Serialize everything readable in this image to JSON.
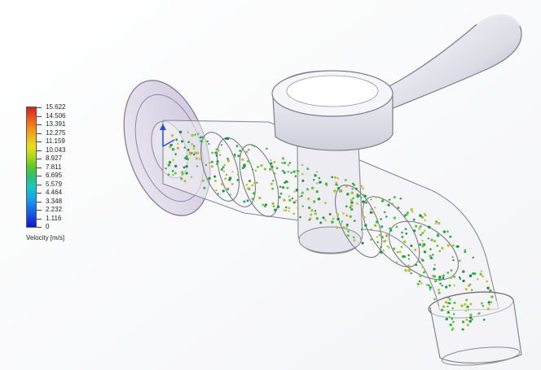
{
  "legend": {
    "title": "Velocity [m/s]",
    "ticks": [
      "15.622",
      "14.506",
      "13.391",
      "12.275",
      "11.159",
      "10.043",
      "8.927",
      "7.811",
      "6.695",
      "5.579",
      "4.464",
      "3.348",
      "2.232",
      "1.116",
      "0"
    ],
    "colors": [
      "#d41f1f",
      "#e8541e",
      "#f08a1c",
      "#f0b81c",
      "#e8e01c",
      "#a8d81c",
      "#58c82c",
      "#2cc07c",
      "#18c8c0",
      "#18a8e8",
      "#1878e8",
      "#1848e0",
      "#1018c8"
    ]
  },
  "scene": {
    "particle_colors": [
      "#2f9e3a",
      "#3fb54a",
      "#6cc34a",
      "#a6c83a",
      "#c9b43a",
      "#1f8c4a"
    ],
    "body_color": "#efeff3",
    "outline_color": "#8a8a95"
  }
}
